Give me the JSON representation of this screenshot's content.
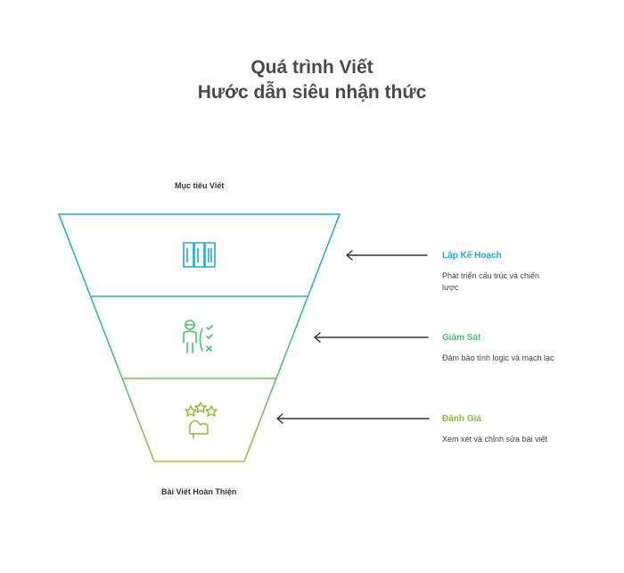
{
  "title": {
    "line1": "Quá trình Viết",
    "line2": "Hước dẫn siêu nhận thức"
  },
  "top_label": "Mục tiêu Viết",
  "bottom_label": "Bài Viết Hoàn Thiện",
  "stages": [
    {
      "title": "Lập Kế Hoạch",
      "desc": "Phát triển cấu trúc và chiến lược",
      "color": "#29a9c9",
      "icon": "columns-icon"
    },
    {
      "title": "Giám Sát",
      "desc": "Đảm bảo tính logic và mạch lạc",
      "color": "#4fbf6f",
      "icon": "checklist-person-icon"
    },
    {
      "title": "Đánh Giá",
      "desc": "Xem xét và chỉnh sửa bài viết",
      "color": "#8cbc3a",
      "icon": "stars-hand-icon"
    }
  ]
}
